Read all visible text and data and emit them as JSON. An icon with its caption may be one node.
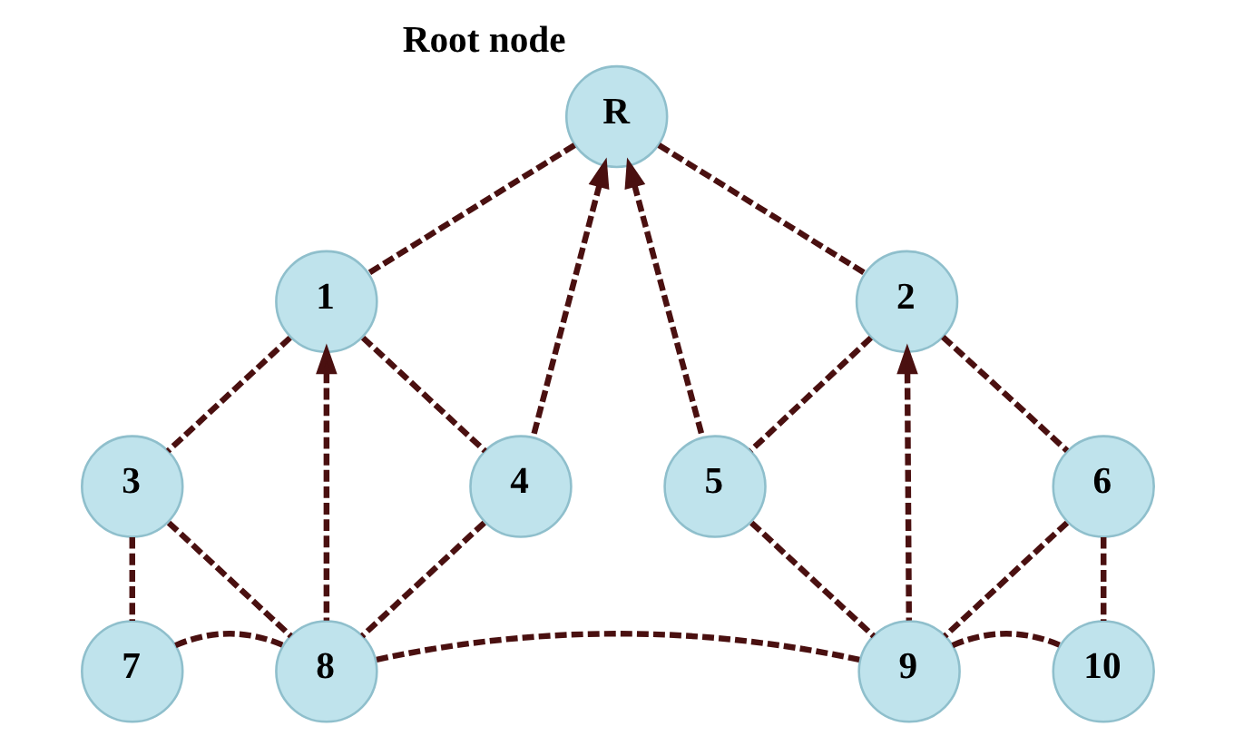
{
  "diagram": {
    "nodes": [
      {
        "text": [
          "R"
        ],
        "beside": [
          "Root node"
        ]
      },
      {
        "text": [
          "1"
        ]
      },
      {
        "text": [
          "2"
        ]
      },
      {
        "text": [
          "3"
        ]
      },
      {
        "text": [
          "4"
        ]
      },
      {
        "text": [
          "5"
        ]
      },
      {
        "text": [
          "6"
        ]
      },
      {
        "text": [
          "7"
        ]
      },
      {
        "text": [
          "8"
        ]
      },
      {
        "text": [
          "9"
        ]
      },
      {
        "text": [
          "10"
        ]
      }
    ],
    "edges": [
      {
        "from": 1,
        "to": 0,
        "arrow": "none",
        "style": "dashed"
      },
      {
        "from": 4,
        "to": 0,
        "arrow": "to",
        "style": "dashed"
      },
      {
        "from": 5,
        "to": 0,
        "arrow": "to",
        "style": "dashed"
      },
      {
        "from": 2,
        "to": 0,
        "arrow": "none",
        "style": "dashed"
      },
      {
        "from": 3,
        "to": 1,
        "arrow": "none",
        "style": "dashed"
      },
      {
        "from": 8,
        "to": 1,
        "arrow": "to",
        "style": "dashed"
      },
      {
        "from": 4,
        "to": 1,
        "arrow": "none",
        "style": "dashed"
      },
      {
        "from": 5,
        "to": 2,
        "arrow": "none",
        "style": "dashed"
      },
      {
        "from": 9,
        "to": 2,
        "arrow": "to",
        "style": "dashed"
      },
      {
        "from": 6,
        "to": 2,
        "arrow": "none",
        "style": "dashed"
      },
      {
        "from": 7,
        "to": 3,
        "arrow": "none",
        "style": "dashed"
      },
      {
        "from": 8,
        "to": 3,
        "arrow": "none",
        "style": "dashed"
      },
      {
        "from": 8,
        "to": 4,
        "arrow": "none",
        "style": "dashed"
      },
      {
        "from": 9,
        "to": 5,
        "arrow": "none",
        "style": "dashed"
      },
      {
        "from": 9,
        "to": 6,
        "arrow": "none",
        "style": "dashed"
      },
      {
        "from": 10,
        "to": 6,
        "arrow": "none",
        "style": "dashed"
      },
      {
        "from": 7,
        "to": 8,
        "arrow": "none",
        "style": "dashed"
      },
      {
        "from": 8,
        "to": 9,
        "arrow": "none",
        "style": "dashed"
      },
      {
        "from": 9,
        "to": 10,
        "arrow": "none",
        "style": "dashed"
      }
    ]
  }
}
